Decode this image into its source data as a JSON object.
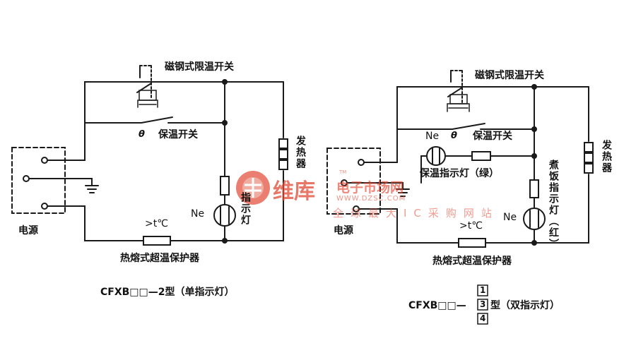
{
  "left": {
    "magnetic_switch": "磁钢式限温开关",
    "theta": "θ",
    "keep_warm_switch": "保温开关",
    "heater": "发热器",
    "power": "电源",
    "ne": "Ne",
    "indicator": "指示灯",
    "temp_mark": ">t℃",
    "fuse": "热熔式超温保护器",
    "model": "CFXB□□—2型（单指示灯）"
  },
  "right": {
    "magnetic_switch": "磁钢式限温开关",
    "ne_top": "Ne",
    "theta": "θ",
    "keep_warm_switch": "保温开关",
    "keep_warm_indicator": "保温指示灯（绿）",
    "cooking_indicator": "煮饭指示灯（红）",
    "heater": "发热器",
    "power": "电源",
    "ne_bottom": "Ne",
    "temp_mark": ">t℃",
    "fuse": "热熔式超温保护器",
    "model_prefix": "CFXB□□—",
    "model_options": [
      "1",
      "3",
      "4"
    ],
    "model_suffix": "型（双指示灯）"
  },
  "watermark": {
    "brand": "维库",
    "tm": "TM",
    "cn": "电子市场网",
    "url": "WWW.DZSC.COM",
    "slogan": "全球最大IC采购网站"
  },
  "colors": {
    "line": "#1a1a1a",
    "watermark": "#e24a36"
  }
}
